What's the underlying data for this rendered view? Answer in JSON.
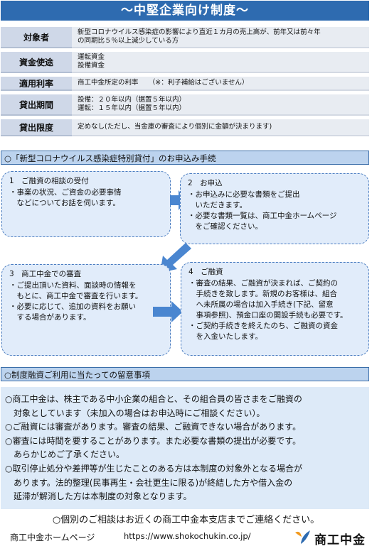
{
  "banner": {
    "title": "～中堅企業向け制度～"
  },
  "rows": [
    {
      "label": "対象者",
      "value": "新型コロナウイルス感染症の影響により直近１カ月の売上高が、前年又は前々年\nの同期比５％以上減少している方"
    },
    {
      "label": "資金使途",
      "value": "運転資金\n設備資金"
    },
    {
      "label": "適用利率",
      "value": "商工中金所定の利率　　（※：利子補給はございません）"
    },
    {
      "label": "貸出期間",
      "value": "設備：２０年以内（据置５年以内）\n運転：１５年以内（据置５年以内）"
    },
    {
      "label": "貸出限度",
      "value": "定めなし(ただし、当金庫の審査により個別に金額が決まります)"
    }
  ],
  "section1": {
    "title": "○「新型コロナウイルス感染症特別貸付」のお申込み手続"
  },
  "steps": [
    {
      "title": "1　ご融資の相談の受付",
      "body": "・事業の状況、ご資金の必要事情\n　などについてお話を伺います。"
    },
    {
      "title": "2　お申込",
      "body": "・お申込みに必要な書類をご提出\n　いただきます。\n・必要な書類一覧は、商工中金ホームページ\n　をご確認ください。"
    },
    {
      "title": "3　商工中金での審査",
      "body": "・ご提出頂いた資料、面談時の情報を\n　もとに、商工中金で審査を行います。\n・必要に応じて、追加の資料をお願い\n　する場合があります。"
    },
    {
      "title": "4　ご融資",
      "body": "・審査の結果、ご融資が決まれば、ご契約の\n　手続きを致します。新規のお客様は、組合\n　へ未所属の場合は加入手続き(下記、留意\n　事項参照)、預金口座の開設手続も必要です。\n・ご契約手続きを終えたのち、ご融資の資金\n　を入金いたします。"
    }
  ],
  "section2": {
    "title": "○制度融資ご利用に当たっての留意事項"
  },
  "notes": [
    "○商工中金は、株主である中小企業の組合と、その組合員の皆さまをご融資の\n　対象としています（未加入の場合はお申込時にご相談ください）。",
    "○ご融資には審査があります。審査の結果、ご融資できない場合があります。",
    "○審査には時間を要することがあります。また必要な書類の提出が必要です。\n　あらかじめご了承ください。",
    "○取引停止処分や差押等が生じたことのある方は本制度の対象外となる場合が\n　あります。法的整理(民事再生・会社更生に限る)が終結した方や借入金の\n　延滞が解消した方は本制度の対象となります。"
  ],
  "contact": "○個別のご相談はお近くの商工中金本支店までご連絡ください。",
  "footer": {
    "homepage_label": "商工中金ホームページ",
    "url": "https://www.shokochukin.co.jp/",
    "logo_name": "商工中金"
  },
  "colors": {
    "brand_blue": "#2e6bb0",
    "light_blue": "#e1ecfa",
    "logo_orange": "#f29a1f"
  }
}
